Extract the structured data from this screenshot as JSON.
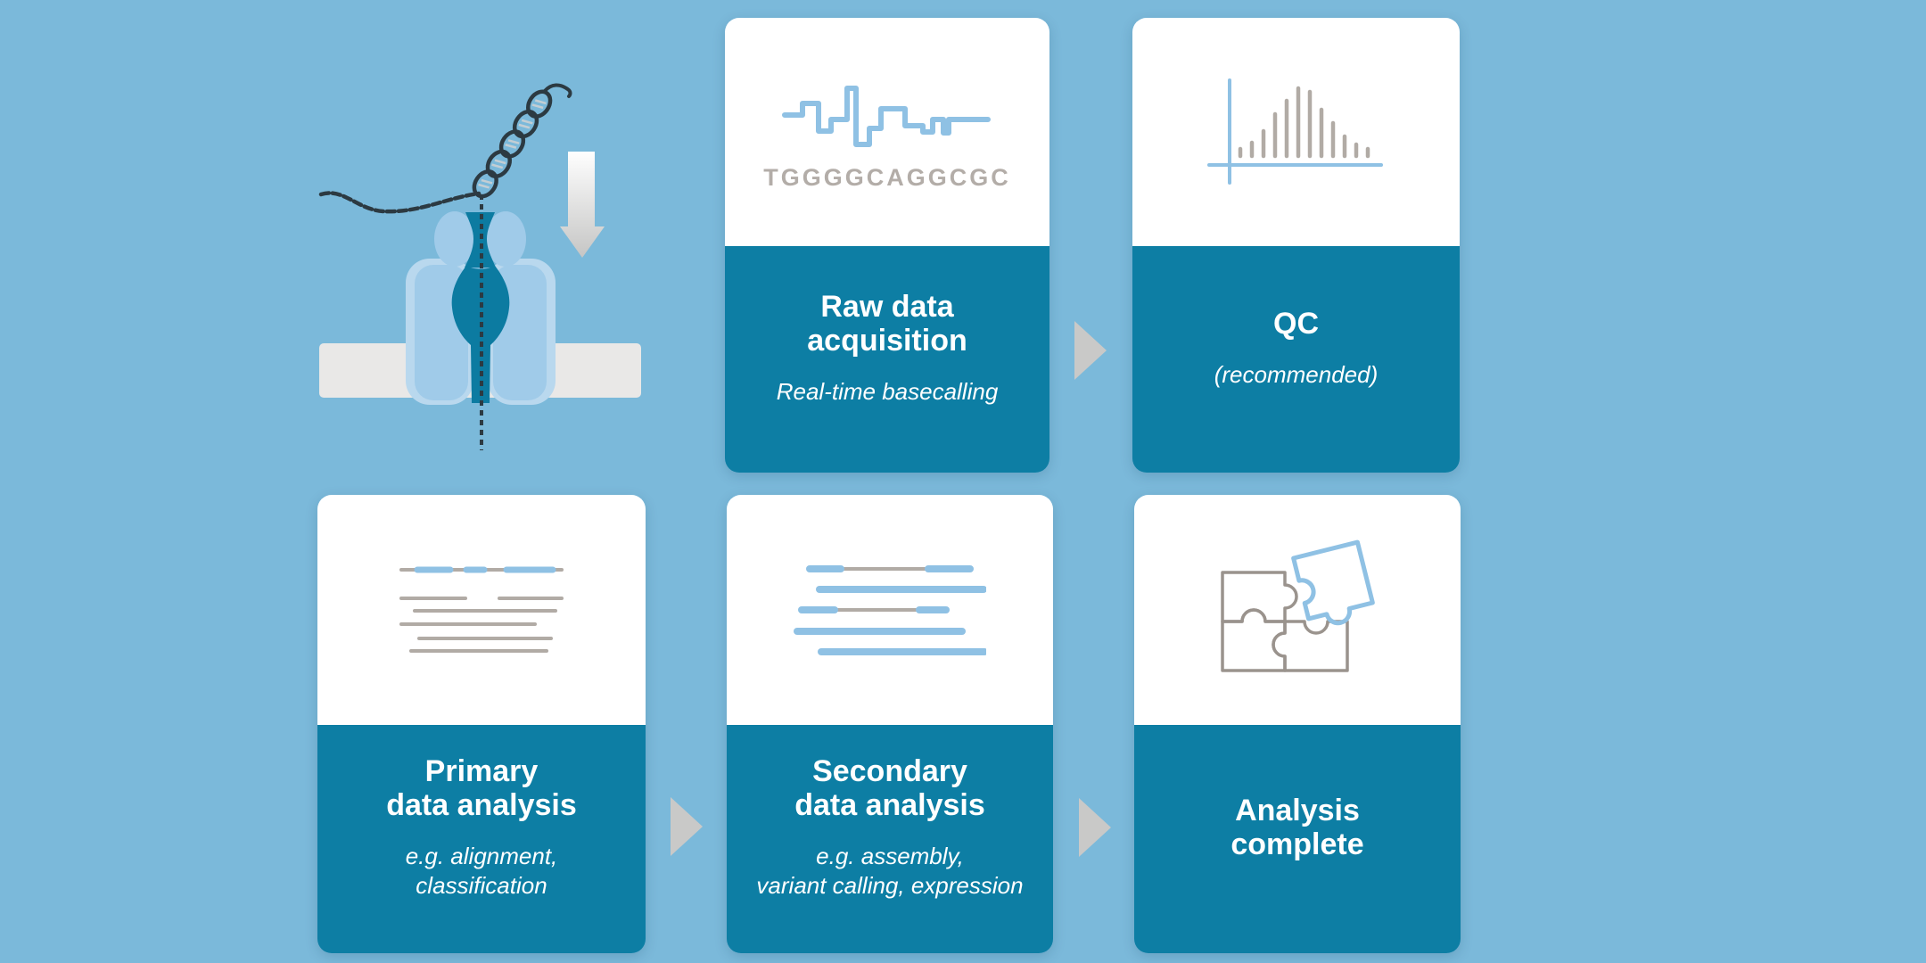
{
  "colors": {
    "background": "#7bb9da",
    "card_panel_teal": "#0d7ea4",
    "card_panel_white": "#ffffff",
    "icon_blue": "#8fc1e4",
    "icon_gray": "#b1aba5",
    "flow_arrow_gray": "#c9c9c8",
    "membrane_gray": "#e9e8e7",
    "protein_light_blue": "#a0cbe9",
    "pore_teal": "#0c7ba1",
    "dna_dark": "#2c3a42"
  },
  "illustration": {
    "name": "nanopore-dna-sequencing",
    "parts": [
      "dna-double-helix",
      "unwound-dna-strand",
      "nanopore-protein",
      "membrane",
      "downward-arrow"
    ]
  },
  "cards": [
    {
      "id": "raw-data-acquisition",
      "icon": "signal-trace",
      "sequence": "TGGGGCAGGCGC",
      "title_lines": [
        "Raw data",
        "acquisition"
      ],
      "subtitle_lines": [
        "Real-time basecalling"
      ]
    },
    {
      "id": "qc",
      "icon": "read-length-histogram",
      "title_lines": [
        "QC"
      ],
      "subtitle_lines": [
        "(recommended)"
      ]
    },
    {
      "id": "primary-data-analysis",
      "icon": "alignment-tracks",
      "title_lines": [
        "Primary",
        "data analysis"
      ],
      "subtitle_lines": [
        "e.g. alignment,",
        "classification"
      ]
    },
    {
      "id": "secondary-data-analysis",
      "icon": "assembled-reads",
      "title_lines": [
        "Secondary",
        "data analysis"
      ],
      "subtitle_lines": [
        "e.g. assembly,",
        "variant calling, expression"
      ]
    },
    {
      "id": "analysis-complete",
      "icon": "puzzle-pieces",
      "title_lines": [
        "Analysis",
        "complete"
      ],
      "subtitle_lines": []
    }
  ]
}
